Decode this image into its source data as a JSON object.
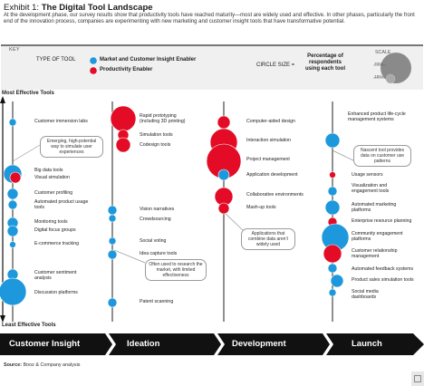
{
  "title": {
    "prefix": "Exhibit 1:",
    "main": "The Digital Tool Landscape"
  },
  "intro": "At the development phase, our survey results show that productivity tools have reached maturity—most are widely used and effective. In other phases, particularly the front end of the innovation process, companies are experimenting with new marketing and customer insight tools that have transformative potential.",
  "key": {
    "label": "KEY",
    "type_label": "TYPE OF TOOL",
    "market_label": "Market and Customer Insight Enabler",
    "productivity_label": "Productivity Enabler",
    "circle_size_label": "CIRCLE SIZE =",
    "circle_size_desc": [
      "Percentage of",
      "respondents",
      "using each tool"
    ],
    "scale_label": "SCALE",
    "scale_values": [
      "70%",
      "15%"
    ]
  },
  "colors": {
    "blue": "#1e98dc",
    "red": "#e30b25",
    "gray": "#8a8a8a",
    "black": "#111111"
  },
  "axis": {
    "top_label": "Most Effective Tools",
    "bottom_label": "Least Effective Tools"
  },
  "phases": [
    "Customer Insight",
    "Ideation",
    "Development",
    "Launch"
  ],
  "source": {
    "label": "Source:",
    "text": "Booz & Company analysis"
  },
  "tools": [
    {
      "label": "Customer immersion labs",
      "phase": "Customer Insight",
      "type": "market"
    },
    {
      "label": "Big data tools",
      "phase": "Customer Insight",
      "type": "market"
    },
    {
      "label": "Visual simulation",
      "phase": "Customer Insight",
      "type": "productivity"
    },
    {
      "label": "Customer profiling",
      "phase": "Customer Insight",
      "type": "market"
    },
    {
      "label": "Automated product usage tools",
      "phase": "Customer Insight",
      "type": "market"
    },
    {
      "label": "Monitoring tools",
      "phase": "Customer Insight",
      "type": "market"
    },
    {
      "label": "Digital focus groups",
      "phase": "Customer Insight",
      "type": "market"
    },
    {
      "label": "E-commerce tracking",
      "phase": "Customer Insight",
      "type": "market"
    },
    {
      "label": "Customer sentiment analysis",
      "phase": "Customer Insight",
      "type": "market"
    },
    {
      "label": "Discussion platforms",
      "phase": "Customer Insight",
      "type": "market"
    },
    {
      "label": "Rapid prototyping (including 3D printing)",
      "phase": "Ideation",
      "type": "productivity"
    },
    {
      "label": "Simulation tools",
      "phase": "Ideation",
      "type": "productivity"
    },
    {
      "label": "Codesign tools",
      "phase": "Ideation",
      "type": "productivity"
    },
    {
      "label": "Vision narratives",
      "phase": "Ideation",
      "type": "market"
    },
    {
      "label": "Crowdsourcing",
      "phase": "Ideation",
      "type": "market"
    },
    {
      "label": "Social voting",
      "phase": "Ideation",
      "type": "market"
    },
    {
      "label": "Idea capture tools",
      "phase": "Ideation",
      "type": "market"
    },
    {
      "label": "Patent scanning",
      "phase": "Ideation",
      "type": "market"
    },
    {
      "label": "Computer-aided design",
      "phase": "Development",
      "type": "productivity"
    },
    {
      "label": "Interaction simulation",
      "phase": "Development",
      "type": "productivity"
    },
    {
      "label": "Project management",
      "phase": "Development",
      "type": "productivity"
    },
    {
      "label": "Application development",
      "phase": "Development",
      "type": "market"
    },
    {
      "label": "Collaborative environments",
      "phase": "Development",
      "type": "productivity"
    },
    {
      "label": "Mash-up tools",
      "phase": "Development",
      "type": "productivity"
    },
    {
      "label": "Enhanced product life-cycle management systems",
      "phase": "Launch",
      "type": "market"
    },
    {
      "label": "Usage sensors",
      "phase": "Launch",
      "type": "productivity"
    },
    {
      "label": "Visualization and engagement tools",
      "phase": "Launch",
      "type": "market"
    },
    {
      "label": "Automated marketing platforms",
      "phase": "Launch",
      "type": "market"
    },
    {
      "label": "Enterprise resource planning",
      "phase": "Launch",
      "type": "productivity"
    },
    {
      "label": "Community engagement platforms",
      "phase": "Launch",
      "type": "market"
    },
    {
      "label": "Customer relationship management",
      "phase": "Launch",
      "type": "productivity"
    },
    {
      "label": "Automated feedback systems",
      "phase": "Launch",
      "type": "market"
    },
    {
      "label": "Product sales simulation tools",
      "phase": "Launch",
      "type": "market"
    },
    {
      "label": "Social media dashboards",
      "phase": "Launch",
      "type": "market"
    }
  ],
  "callouts": [
    "Emerging, high-potential way to simulate user experiences",
    "Often used to research the market, with limited effectiveness",
    "Applications that combine data aren’t widely used",
    "Nascent tool provides data on customer use patterns"
  ]
}
